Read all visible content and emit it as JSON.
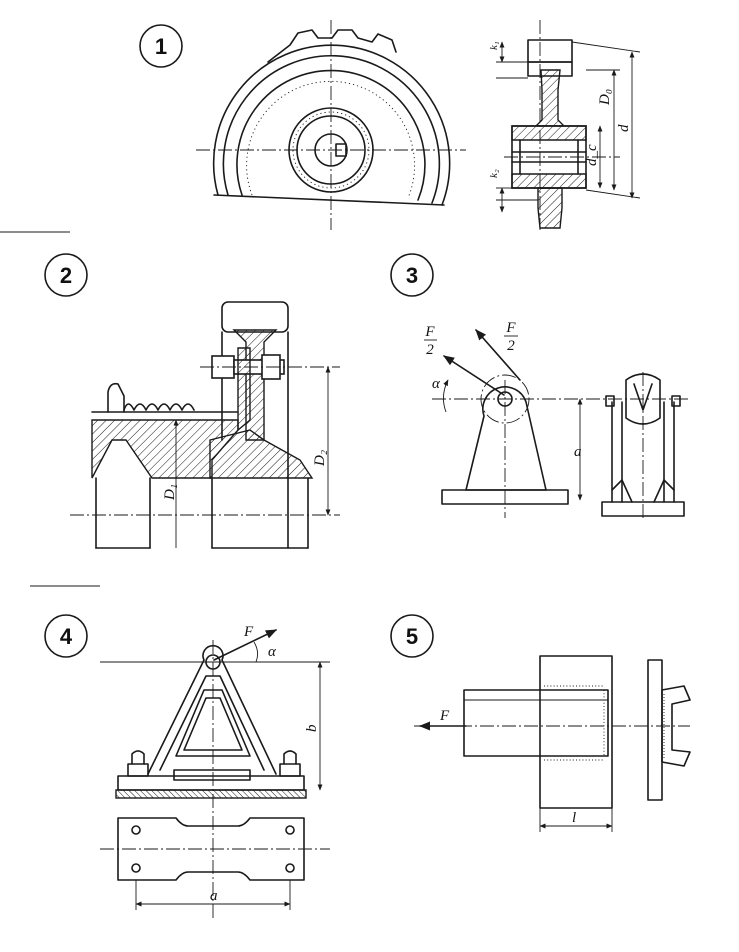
{
  "figures": [
    {
      "number": "1",
      "labels": {
        "k1": "k₁",
        "k2": "k₂",
        "D0": "D₀",
        "d": "d",
        "dc": "d_c"
      }
    },
    {
      "number": "2",
      "labels": {
        "D1": "D₁",
        "D2": "D₂"
      }
    },
    {
      "number": "3",
      "labels": {
        "F_num": "F",
        "F_den": "2",
        "F2_num": "F",
        "F2_den": "2",
        "alpha": "α",
        "a": "a"
      }
    },
    {
      "number": "4",
      "labels": {
        "F": "F",
        "alpha": "α",
        "b": "b",
        "a": "a"
      }
    },
    {
      "number": "5",
      "labels": {
        "F": "F",
        "l": "l"
      }
    }
  ]
}
